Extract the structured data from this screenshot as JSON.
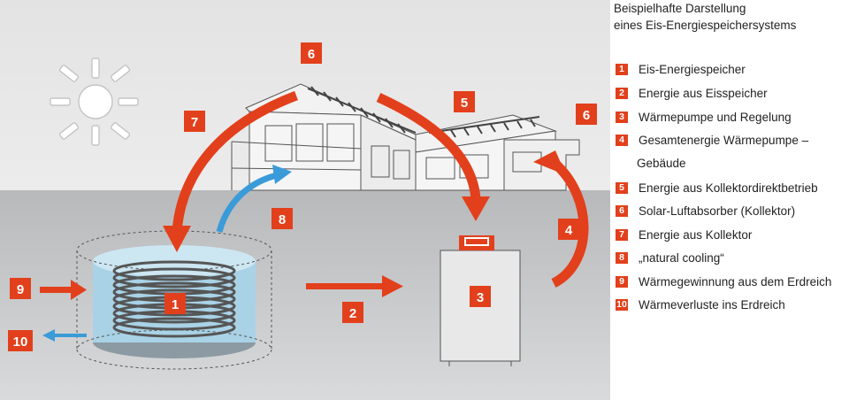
{
  "legend": {
    "title_line1": "Beispielhafte Darstellung",
    "title_line2": "eines Eis-Energiespeichersystems",
    "items": [
      {
        "num": "1",
        "label": "Eis-Energiespeicher"
      },
      {
        "num": "2",
        "label": "Energie aus Eisspeicher"
      },
      {
        "num": "3",
        "label": "Wärmepumpe und Regelung"
      },
      {
        "num": "4",
        "label": "Gesamtenergie Wärmepumpe –"
      },
      {
        "num": "5",
        "label": "Energie aus Kollektordirektbetrieb"
      },
      {
        "num": "6",
        "label": "Solar-Luftabsorber (Kollektor)"
      },
      {
        "num": "7",
        "label": "Energie aus Kollektor"
      },
      {
        "num": "8",
        "label": "„natural cooling“"
      },
      {
        "num": "9",
        "label": "Wärmegewinnung aus dem Erdreich"
      },
      {
        "num": "10",
        "label": "Wärmeverluste ins Erdreich"
      }
    ],
    "item4_continuation": "Gebäude"
  },
  "diagram": {
    "badges": {
      "b1": "1",
      "b2": "2",
      "b3": "3",
      "b4": "4",
      "b5": "5",
      "b6a": "6",
      "b6b": "6",
      "b7": "7",
      "b8": "8",
      "b9": "9",
      "b10": "10"
    }
  },
  "colors": {
    "accent": "#e2401c",
    "cooling_blue": "#3b9bd9",
    "sky": "#e6e6e6",
    "ground": "#c7c8ca"
  }
}
